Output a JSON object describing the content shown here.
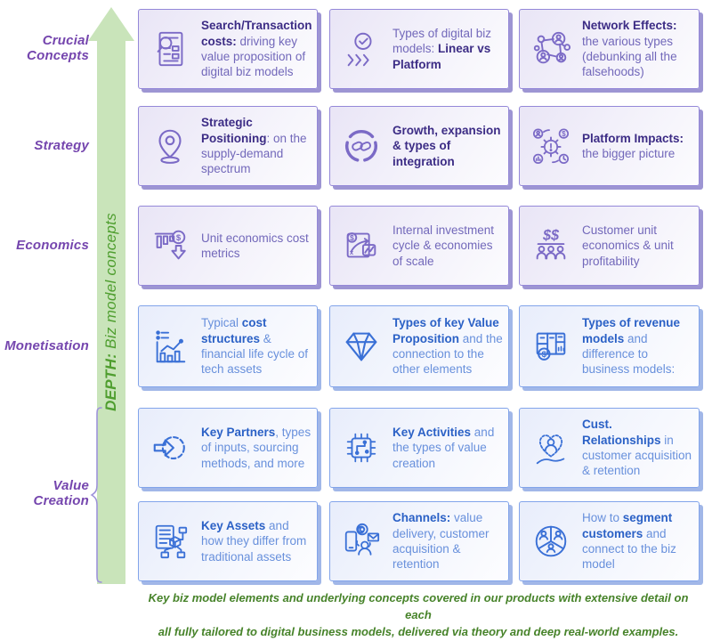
{
  "arrow": {
    "label_bold": "DEPTH:",
    "label_rest": " Biz model concepts"
  },
  "side_labels": {
    "crucial_line1": "Crucial",
    "crucial_line2": "Concepts",
    "strategy": "Strategy",
    "economics": "Economics",
    "monetisation": "Monetisation",
    "value_line1": "Value",
    "value_line2": "Creation"
  },
  "colors": {
    "purple_accent": "#7b6ac6",
    "purple_bold_text": "#3c2c85",
    "purple_body_text": "#7268ba",
    "blue_accent": "#3a70d6",
    "blue_bold_text": "#2b61c6",
    "blue_body_text": "#6890dc",
    "arrow_green": "#c9e4ba",
    "green_text": "#4f9e2f",
    "label_purple": "#7546ae"
  },
  "rows": [
    {
      "theme": "purple",
      "category": "Crucial Concepts",
      "cards": [
        {
          "icon": "document-search-icon",
          "segments": [
            {
              "text": "Search/Transaction costs:",
              "bold": true
            },
            {
              "text": " driving key value proposition of digital biz models",
              "bold": false
            }
          ]
        },
        {
          "icon": "check-process-icon",
          "segments": [
            {
              "text": "Types of digital biz models: ",
              "bold": false
            },
            {
              "text": "Linear vs Platform",
              "bold": true
            }
          ]
        },
        {
          "icon": "network-people-icon",
          "segments": [
            {
              "text": "Network Effects:",
              "bold": true
            },
            {
              "text": " the various types (debunking all the falsehoods)",
              "bold": false
            }
          ]
        }
      ]
    },
    {
      "theme": "purple",
      "category": "Strategy",
      "cards": [
        {
          "icon": "location-pin-icon",
          "segments": [
            {
              "text": "Strategic Positioning",
              "bold": true
            },
            {
              "text": ": on the supply-demand spectrum",
              "bold": false
            }
          ]
        },
        {
          "icon": "chain-cycle-icon",
          "segments": [
            {
              "text": "Growth, expansion & types of integration",
              "bold": true
            }
          ]
        },
        {
          "icon": "gears-platform-icon",
          "segments": [
            {
              "text": "Platform Impacts:",
              "bold": true
            },
            {
              "text": " the bigger picture",
              "bold": false
            }
          ]
        }
      ]
    },
    {
      "theme": "purple",
      "category": "Economics",
      "cards": [
        {
          "icon": "bar-chart-dollar-icon",
          "segments": [
            {
              "text": "Unit economics cost metrics",
              "bold": false
            }
          ]
        },
        {
          "icon": "investment-cycle-icon",
          "segments": [
            {
              "text": "Internal investment cycle & economies of scale",
              "bold": false
            }
          ]
        },
        {
          "icon": "dollar-people-icon",
          "segments": [
            {
              "text": "Customer unit economics & unit profitability",
              "bold": false
            }
          ]
        }
      ]
    },
    {
      "theme": "blue",
      "category": "Monetisation",
      "cards": [
        {
          "icon": "financial-chart-icon",
          "segments": [
            {
              "text": "Typical ",
              "bold": false
            },
            {
              "text": "cost structures",
              "bold": true
            },
            {
              "text": " & financial life cycle of tech assets",
              "bold": false
            }
          ]
        },
        {
          "icon": "diamond-icon",
          "segments": [
            {
              "text": "Types of key Value Proposition",
              "bold": true
            },
            {
              "text": " and the connection to the other elements",
              "bold": false
            }
          ]
        },
        {
          "icon": "revenue-models-icon",
          "segments": [
            {
              "text": "Types of revenue models",
              "bold": true
            },
            {
              "text": " and difference to business models:",
              "bold": false
            }
          ]
        }
      ]
    },
    {
      "theme": "blue",
      "category": "Value Creation",
      "cards": [
        {
          "icon": "arrow-gear-icon",
          "segments": [
            {
              "text": "Key Partners",
              "bold": true
            },
            {
              "text": ", types of inputs, sourcing methods, and more",
              "bold": false
            }
          ]
        },
        {
          "icon": "chip-icon",
          "segments": [
            {
              "text": "Key Activities",
              "bold": true
            },
            {
              "text": " and the types of value creation",
              "bold": false
            }
          ]
        },
        {
          "icon": "heart-hand-icon",
          "segments": [
            {
              "text": "Cust. Relationships",
              "bold": true
            },
            {
              "text": " in customer acquisition & retention",
              "bold": false
            }
          ]
        }
      ]
    },
    {
      "theme": "blue",
      "category": "Value Creation",
      "cards": [
        {
          "icon": "assets-flowchart-icon",
          "segments": [
            {
              "text": "Key Assets",
              "bold": true
            },
            {
              "text": " and how they differ from traditional assets",
              "bold": false
            }
          ]
        },
        {
          "icon": "channels-icon",
          "segments": [
            {
              "text": "Channels:",
              "bold": true
            },
            {
              "text": " value delivery, customer acquisition & retention",
              "bold": false
            }
          ]
        },
        {
          "icon": "segment-customers-icon",
          "segments": [
            {
              "text": "How to ",
              "bold": false
            },
            {
              "text": "segment customers",
              "bold": true
            },
            {
              "text": " and connect to the biz model",
              "bold": false
            }
          ]
        }
      ]
    }
  ],
  "caption": {
    "line1": "Key biz model elements and underlying concepts covered in our products with extensive detail on each",
    "line2": "all fully tailored to digital business models, delivered via theory and deep real-world examples."
  }
}
